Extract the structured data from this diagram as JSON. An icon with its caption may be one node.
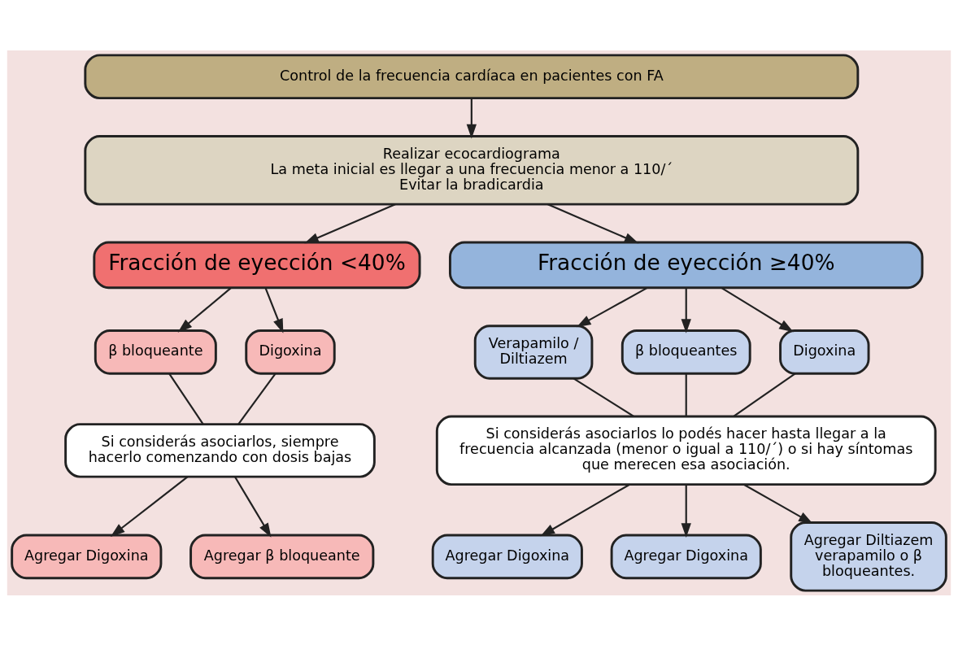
{
  "diagram": {
    "nodes": [
      {
        "text": [
          "Control de la frecuencia cardíaca en pacientes con FA"
        ]
      },
      {
        "text": [
          "Realizar ecocardiograma",
          "La meta inicial es llegar a una frecuencia menor a 110/´",
          "Evitar la bradicardia"
        ]
      },
      {
        "text": [
          "Fracción de eyección <40%"
        ]
      },
      {
        "text": [
          "Fracción de eyección ≥40%"
        ]
      },
      {
        "text": [
          "β bloqueante"
        ]
      },
      {
        "text": [
          "Digoxina"
        ]
      },
      {
        "text": [
          "Verapamilo / Diltiazem"
        ]
      },
      {
        "text": [
          "β bloqueantes"
        ]
      },
      {
        "text": [
          "Digoxina"
        ]
      },
      {
        "text": [
          "Si considerás asociarlos, siempre hacerlo comenzando con dosis bajas"
        ]
      },
      {
        "text": [
          "Si considerás asociarlos lo podés hacer hasta llegar a la frecuencia alcanzada (menor o igual a 110/´) o si hay síntomas que merecen esa asociación."
        ]
      },
      {
        "text": [
          "Agregar Digoxina"
        ]
      },
      {
        "text": [
          "Agregar β bloqueante"
        ]
      },
      {
        "text": [
          "Agregar Digoxina"
        ]
      },
      {
        "text": [
          "Agregar Digoxina"
        ]
      },
      {
        "text": [
          "Agregar Diltiazem verapamilo o β bloqueantes."
        ]
      }
    ],
    "edges": [
      {
        "from": 0,
        "to": 1,
        "arrow": "to"
      },
      {
        "from": 1,
        "to": 2,
        "arrow": "to"
      },
      {
        "from": 1,
        "to": 3,
        "arrow": "to"
      },
      {
        "from": 2,
        "to": 4,
        "arrow": "to"
      },
      {
        "from": 2,
        "to": 5,
        "arrow": "to"
      },
      {
        "from": 3,
        "to": 6,
        "arrow": "to"
      },
      {
        "from": 3,
        "to": 7,
        "arrow": "to"
      },
      {
        "from": 3,
        "to": 8,
        "arrow": "to"
      },
      {
        "from": 4,
        "to": 9,
        "arrow": "none"
      },
      {
        "from": 5,
        "to": 9,
        "arrow": "none"
      },
      {
        "from": 6,
        "to": 10,
        "arrow": "none"
      },
      {
        "from": 7,
        "to": 10,
        "arrow": "none"
      },
      {
        "from": 8,
        "to": 10,
        "arrow": "none"
      },
      {
        "from": 9,
        "to": 11,
        "arrow": "to"
      },
      {
        "from": 9,
        "to": 12,
        "arrow": "to"
      },
      {
        "from": 10,
        "to": 13,
        "arrow": "to"
      },
      {
        "from": 10,
        "to": 14,
        "arrow": "to"
      },
      {
        "from": 10,
        "to": 15,
        "arrow": "to"
      }
    ]
  }
}
